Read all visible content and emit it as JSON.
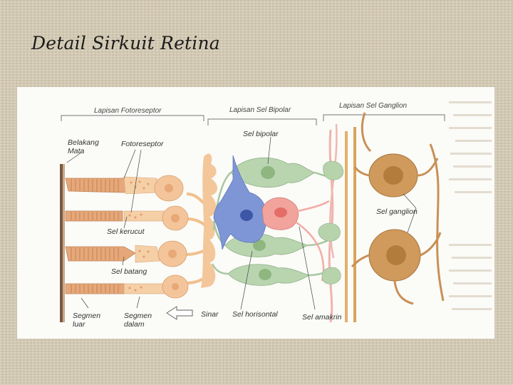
{
  "slide": {
    "title": "Detail Sirkuit Retina"
  },
  "diagram": {
    "layer_headers": [
      "Lapisan Fotoreseptor",
      "Lapisan Sel Bipolar",
      "Lapisan Sel Ganglion"
    ],
    "labels": {
      "back_of_eye": [
        "Belakang",
        "Mata"
      ],
      "photoreceptor": "Fotoreseptor",
      "bipolar_cell": "Sel bipolar",
      "ganglion_cell": "Sel ganglion",
      "cone_cell": "Sel kerucut",
      "rod_cell": "Sel batang",
      "outer_segment": [
        "Segmen",
        "luar"
      ],
      "inner_segment": [
        "Segmen",
        "dalam"
      ],
      "light": "Sinar",
      "horizontal_cell": "Sel horisontal",
      "amacrine_cell": "Sel amakrin"
    },
    "colors": {
      "photoreceptor": "#f3c9a0",
      "bipolar": "#b9d4b2",
      "horizontal": "#7f98d8",
      "amacrine": "#f2a8a2",
      "ganglion": "#c9975a",
      "axon": "#e8c07e"
    }
  }
}
